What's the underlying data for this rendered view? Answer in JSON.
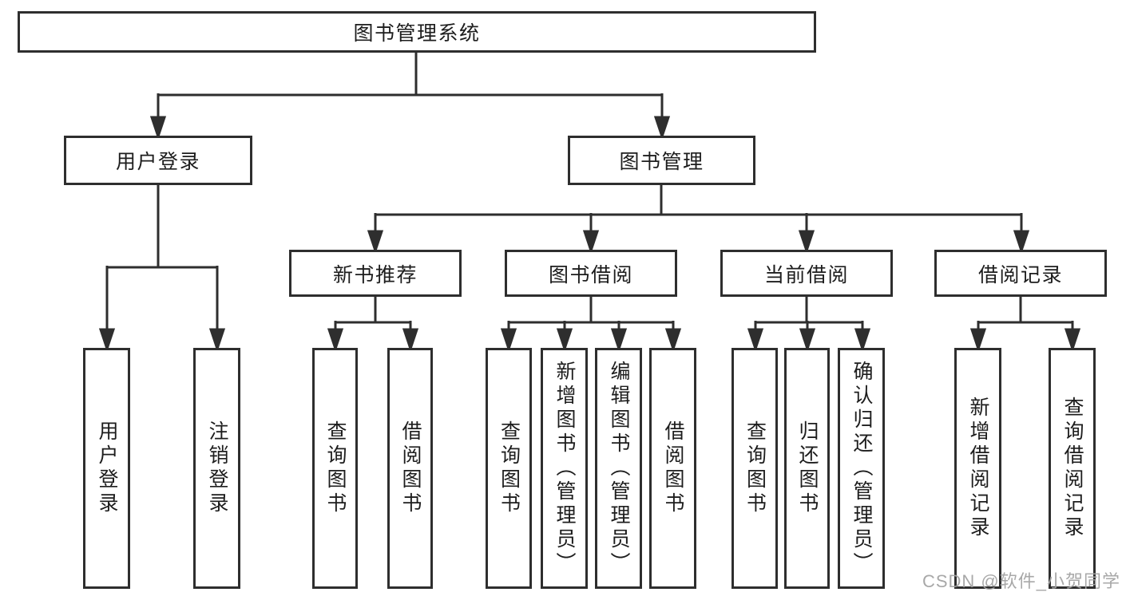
{
  "page": {
    "background": "#ffffff",
    "line_color": "#2e2e2e",
    "text_color": "#1d1d1d",
    "watermark_color": "#a3a3a3"
  },
  "root": "图书管理系统",
  "level2": {
    "user_login": "用户登录",
    "book_mgmt": "图书管理"
  },
  "level3": {
    "new_book_rec": "新书推荐",
    "book_borrow": "图书借阅",
    "current_borrow": "当前借阅",
    "borrow_record": "借阅记录"
  },
  "leaves": [
    "用户登录",
    "注销登录",
    "查询图书",
    "借阅图书",
    "查询图书",
    "新增图书（管理员）",
    "编辑图书（管理员）",
    "借阅图书",
    "查询图书",
    "归还图书",
    "确认归还（管理员）",
    "新增借阅记录",
    "查询借阅记录"
  ],
  "watermark": "CSDN @软件_小贺同学"
}
